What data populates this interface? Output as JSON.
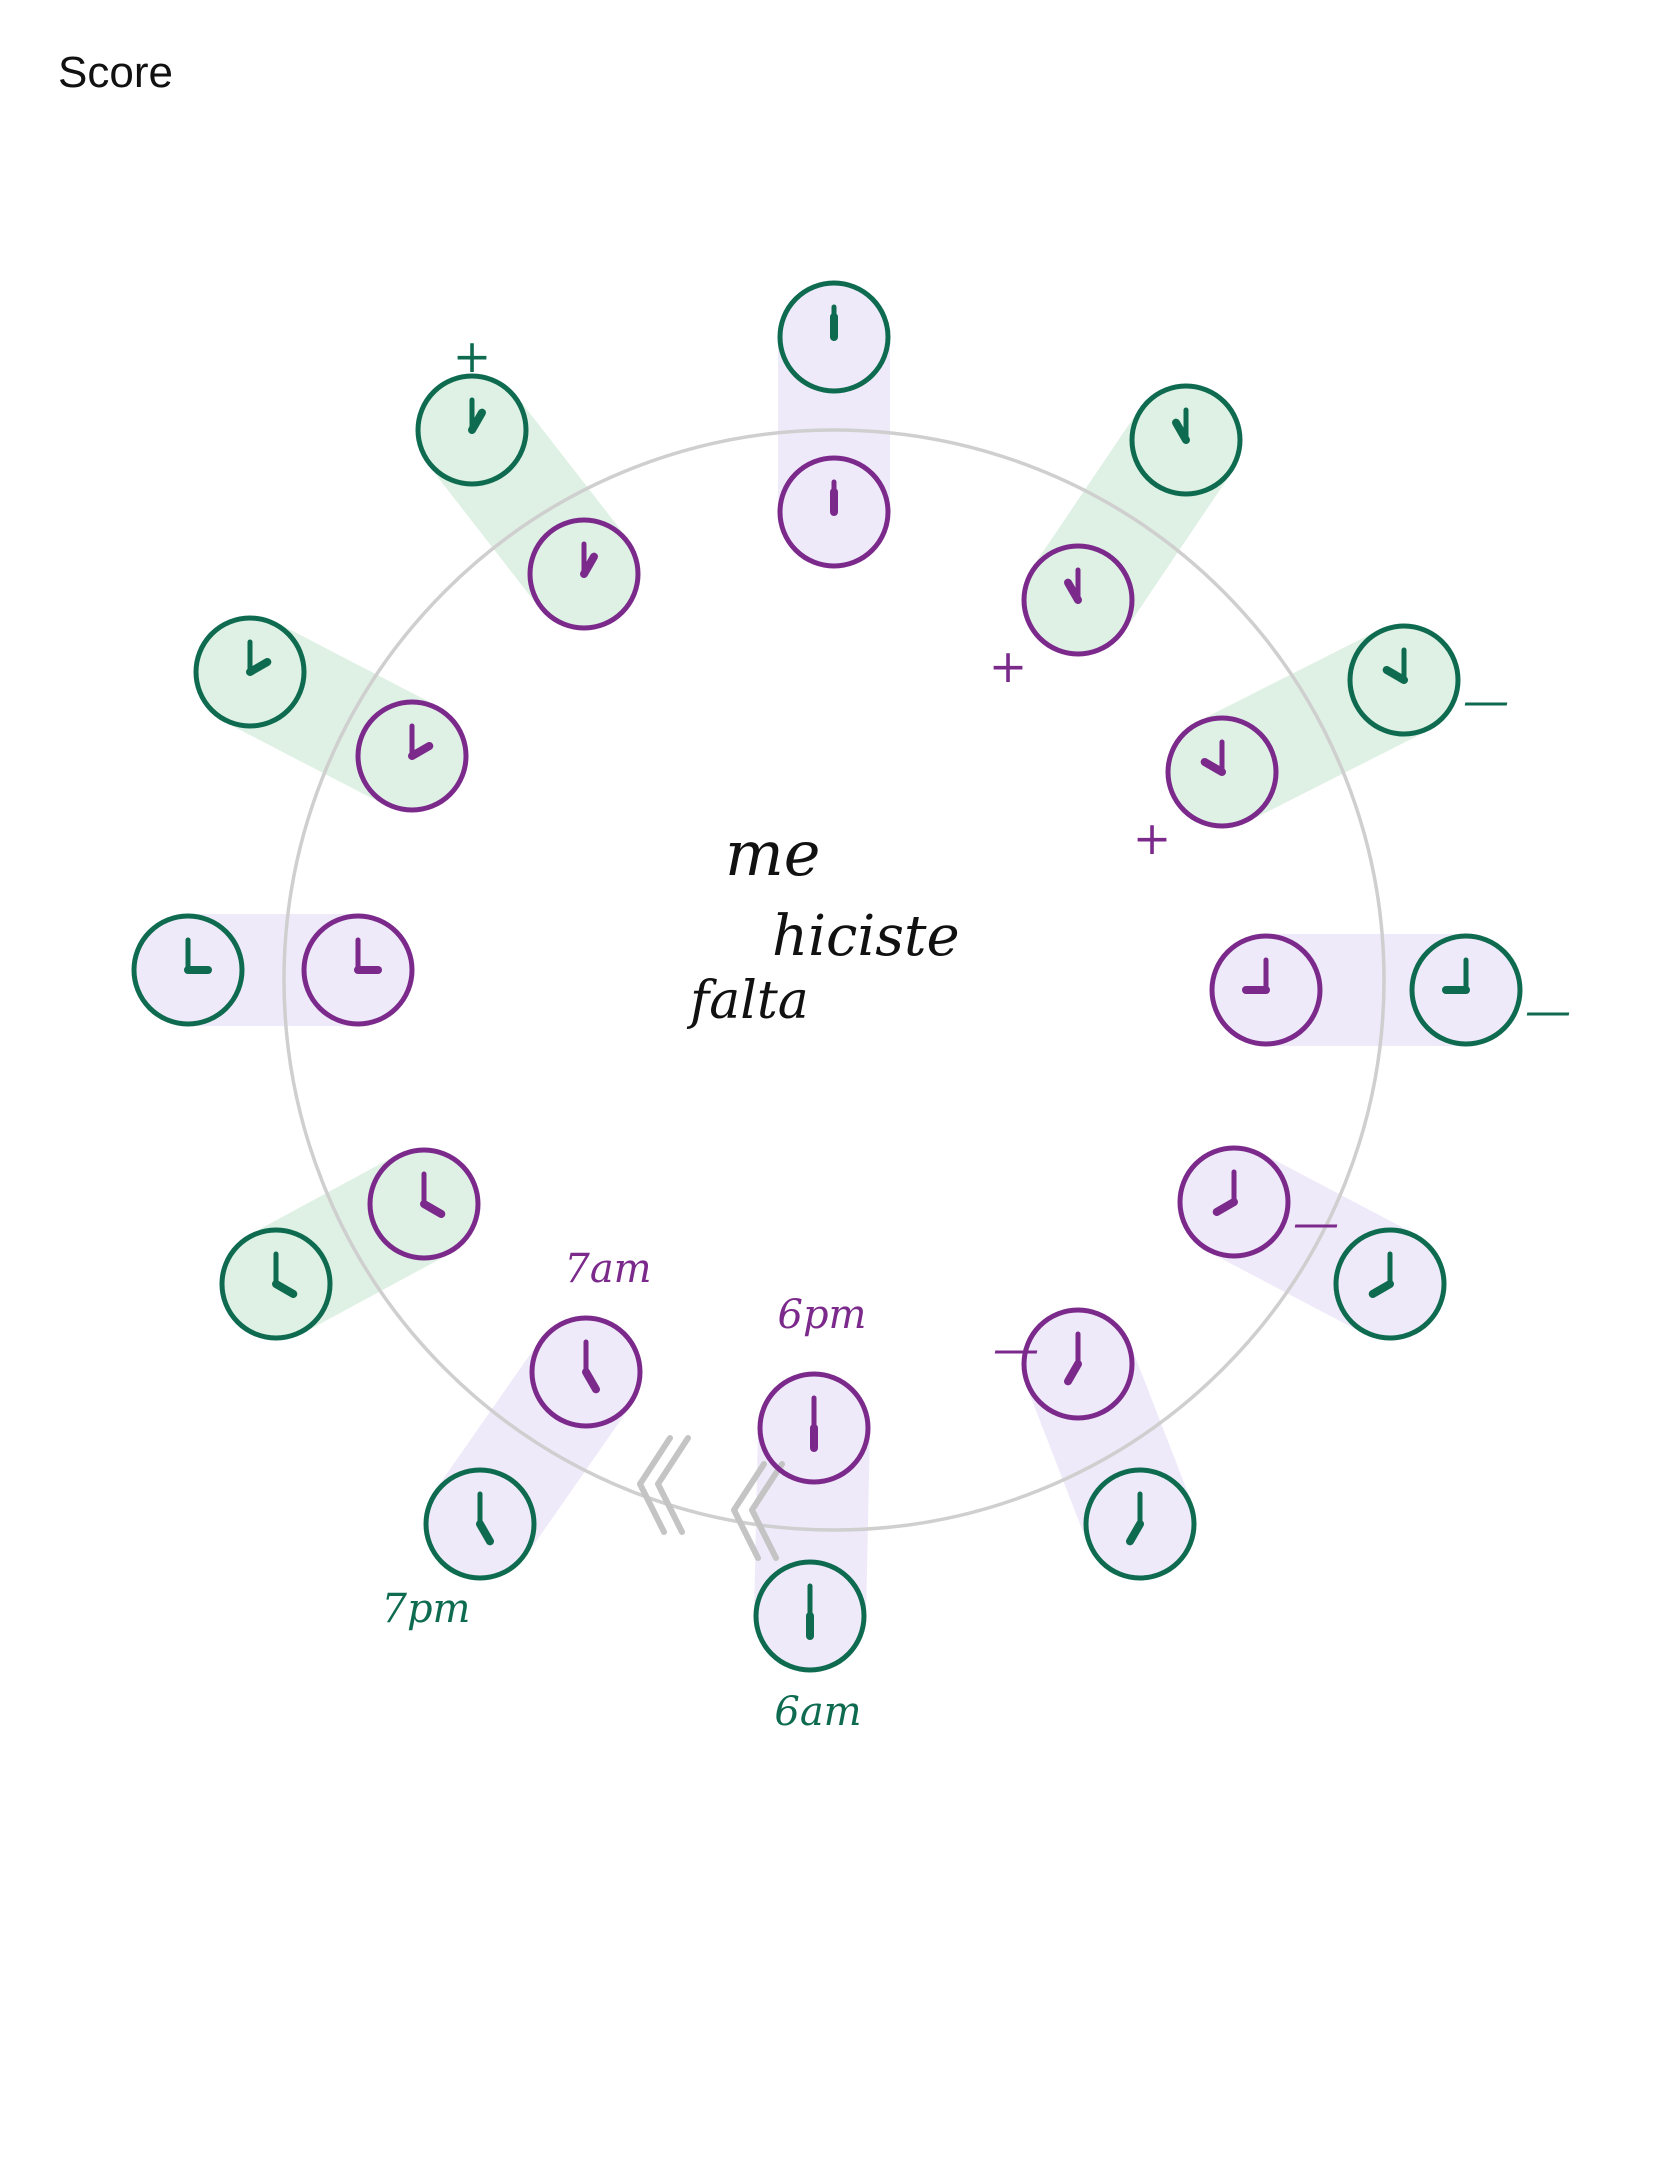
{
  "title": "Score",
  "colors": {
    "green": "#0e6b50",
    "purple": "#7b2a8c",
    "green_band": "#dff1e4",
    "purple_band": "#efeaf9",
    "ring": "#cfcfcf",
    "arrow": "#c4c4c4"
  },
  "center_text": [
    "me",
    "hiciste",
    "falta"
  ],
  "time_labels": {
    "green_start": "6am",
    "purple_start": "6pm",
    "green_end": "7pm",
    "purple_end": "7am"
  },
  "signs": {
    "plus": "+",
    "minus": "—"
  },
  "pairs": [
    {
      "id": "pair-1",
      "band": "purple",
      "green_time": "12:00",
      "purple_time": "12:00"
    },
    {
      "id": "pair-2",
      "band": "green",
      "green_time": "11:00",
      "purple_time": "11:00",
      "marks": [
        {
          "color": "purple",
          "sign": "plus"
        }
      ]
    },
    {
      "id": "pair-3",
      "band": "green",
      "green_time": "10:00",
      "purple_time": "10:00",
      "marks": [
        {
          "color": "green",
          "sign": "minus"
        },
        {
          "color": "purple",
          "sign": "plus"
        }
      ]
    },
    {
      "id": "pair-4",
      "band": "purple",
      "green_time": "9:00",
      "purple_time": "9:00",
      "marks": [
        {
          "color": "green",
          "sign": "minus"
        }
      ]
    },
    {
      "id": "pair-5",
      "band": "purple",
      "green_time": "8:00",
      "purple_time": "8:00",
      "marks": [
        {
          "color": "purple",
          "sign": "minus"
        }
      ]
    },
    {
      "id": "pair-6",
      "band": "purple",
      "green_time": "7:00",
      "purple_time": "7:00",
      "marks": [
        {
          "color": "purple",
          "sign": "minus"
        }
      ]
    },
    {
      "id": "pair-7",
      "band": "purple",
      "green_time": "6:00",
      "purple_time": "6:00"
    },
    {
      "id": "pair-8",
      "band": "purple",
      "green_time": "5:00",
      "purple_time": "5:00"
    },
    {
      "id": "pair-9",
      "band": "green",
      "green_time": "4:00",
      "purple_time": "4:00"
    },
    {
      "id": "pair-10",
      "band": "purple",
      "green_time": "3:00",
      "purple_time": "3:00"
    },
    {
      "id": "pair-11",
      "band": "green",
      "green_time": "2:00",
      "purple_time": "2:00"
    },
    {
      "id": "pair-12",
      "band": "green",
      "green_time": "1:00",
      "purple_time": "1:00",
      "marks": [
        {
          "color": "green",
          "sign": "plus"
        }
      ]
    }
  ]
}
